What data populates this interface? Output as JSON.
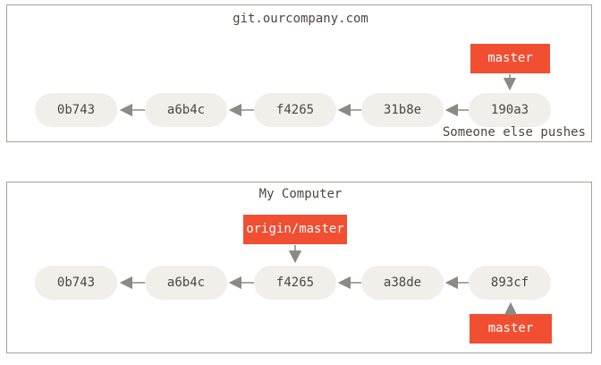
{
  "colors": {
    "accent": "#f14e32",
    "pill-bg": "#f0efe9",
    "text": "#4b4742",
    "arrow": "#8b8a83",
    "panel-border": "#a3a29b"
  },
  "panels": [
    {
      "title": "git.ourcompany.com",
      "commits": [
        "0b743",
        "a6b4c",
        "f4265",
        "31b8e",
        "190a3"
      ],
      "labels": [
        {
          "text": "master",
          "points_to": "190a3",
          "position": "above"
        }
      ],
      "note": "Someone else pushes"
    },
    {
      "title": "My Computer",
      "commits": [
        "0b743",
        "a6b4c",
        "f4265",
        "a38de",
        "893cf"
      ],
      "labels": [
        {
          "text": "origin/master",
          "points_to": "f4265",
          "position": "above"
        },
        {
          "text": "master",
          "points_to": "893cf",
          "position": "below"
        }
      ]
    }
  ]
}
